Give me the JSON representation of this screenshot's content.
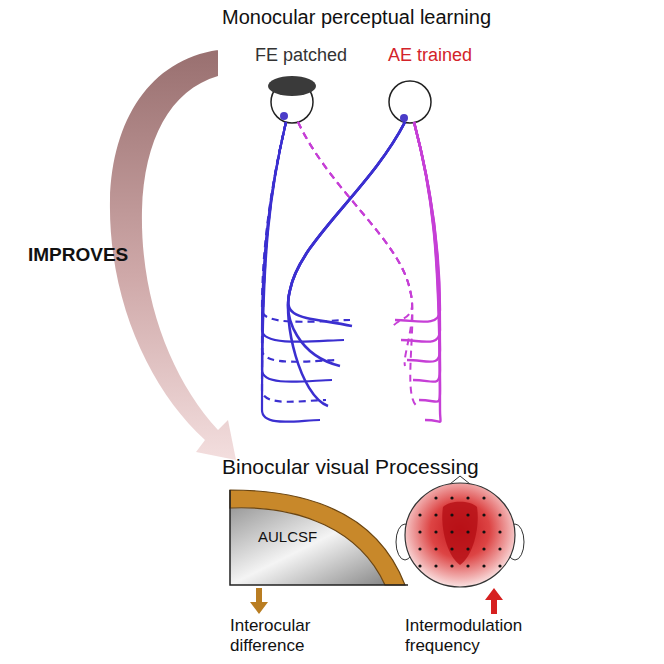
{
  "diagram": {
    "labels": [
      "Monocular perceptual learning",
      "FE patched",
      "AE trained",
      "IMPROVES",
      "Binocular visual Processing",
      "AULCSF",
      "Interocular difference",
      "Intermodulation frequency"
    ]
  }
}
